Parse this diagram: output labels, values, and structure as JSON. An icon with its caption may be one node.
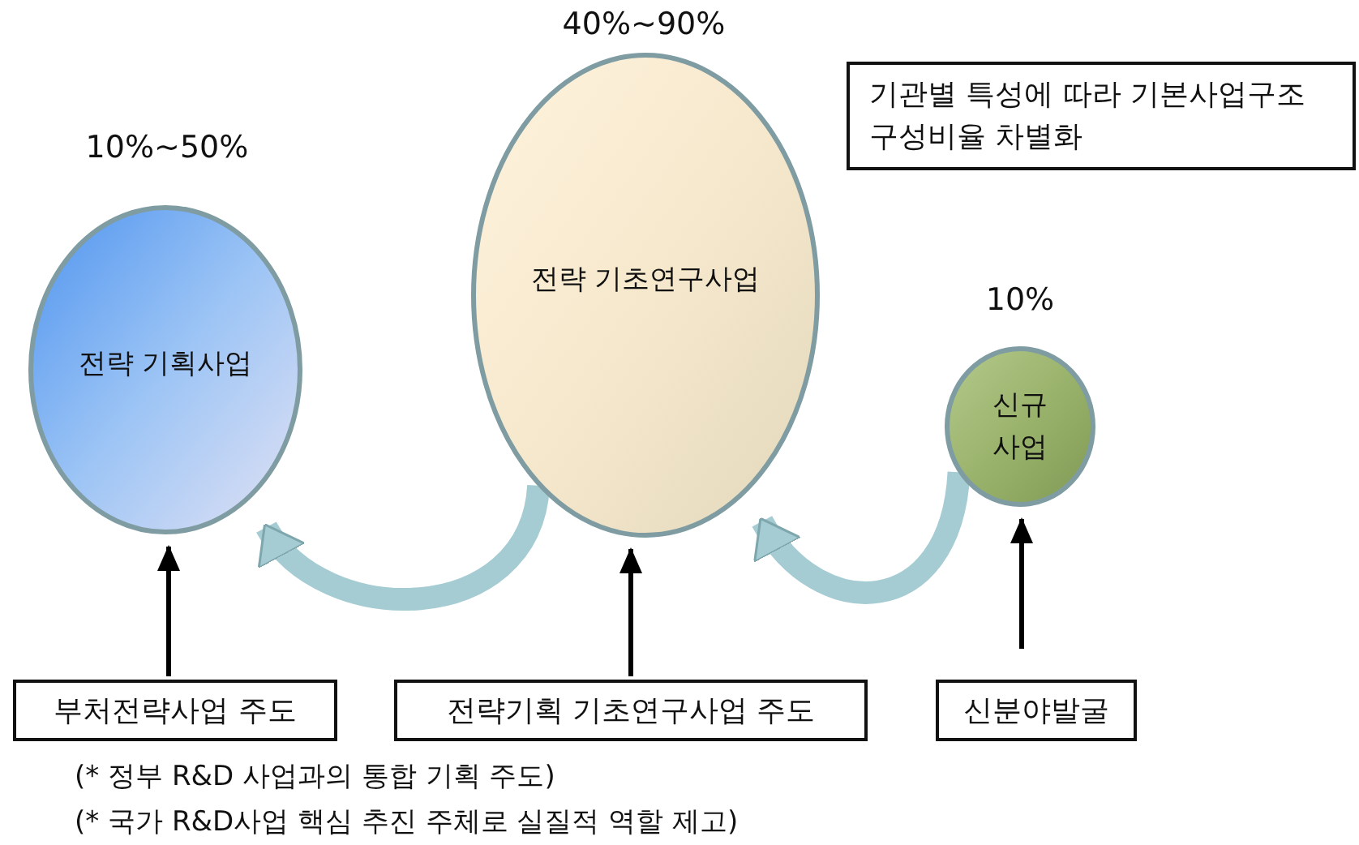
{
  "diagram": {
    "nodes": [
      {
        "text": [
          "전략 기획사업"
        ],
        "beside": [
          "10%~50%"
        ]
      },
      {
        "text": [
          "전략 기초연구사업"
        ],
        "beside": [
          "40%~90%"
        ]
      },
      {
        "text": [
          "신규 사업"
        ],
        "beside": [
          "10%"
        ]
      },
      {
        "text": [
          "기관별 특성에 따라 기본사업구조 구성비율 차별화"
        ]
      },
      {
        "text": [
          "부처전략사업 주도"
        ]
      },
      {
        "text": [
          "전략기획 기초연구사업 주도"
        ]
      },
      {
        "text": [
          "신분야발굴"
        ]
      }
    ],
    "edges": [
      {
        "from": 4,
        "to": 0,
        "arrow": "to"
      },
      {
        "from": 5,
        "to": 1,
        "arrow": "to"
      },
      {
        "from": 6,
        "to": 2,
        "arrow": "to"
      },
      {
        "from": 1,
        "to": 0,
        "arrow": "to",
        "style": "thick",
        "color": "#a6ccd3"
      },
      {
        "from": 2,
        "to": 1,
        "arrow": "to",
        "style": "thick",
        "color": "#a6ccd3"
      }
    ],
    "labels": [
      "(* 정부 R&D 사업과의 통합 기획 주도)",
      "(* 국가 R&D사업 핵심 추진 주체로 실질적 역할 제고)"
    ]
  }
}
